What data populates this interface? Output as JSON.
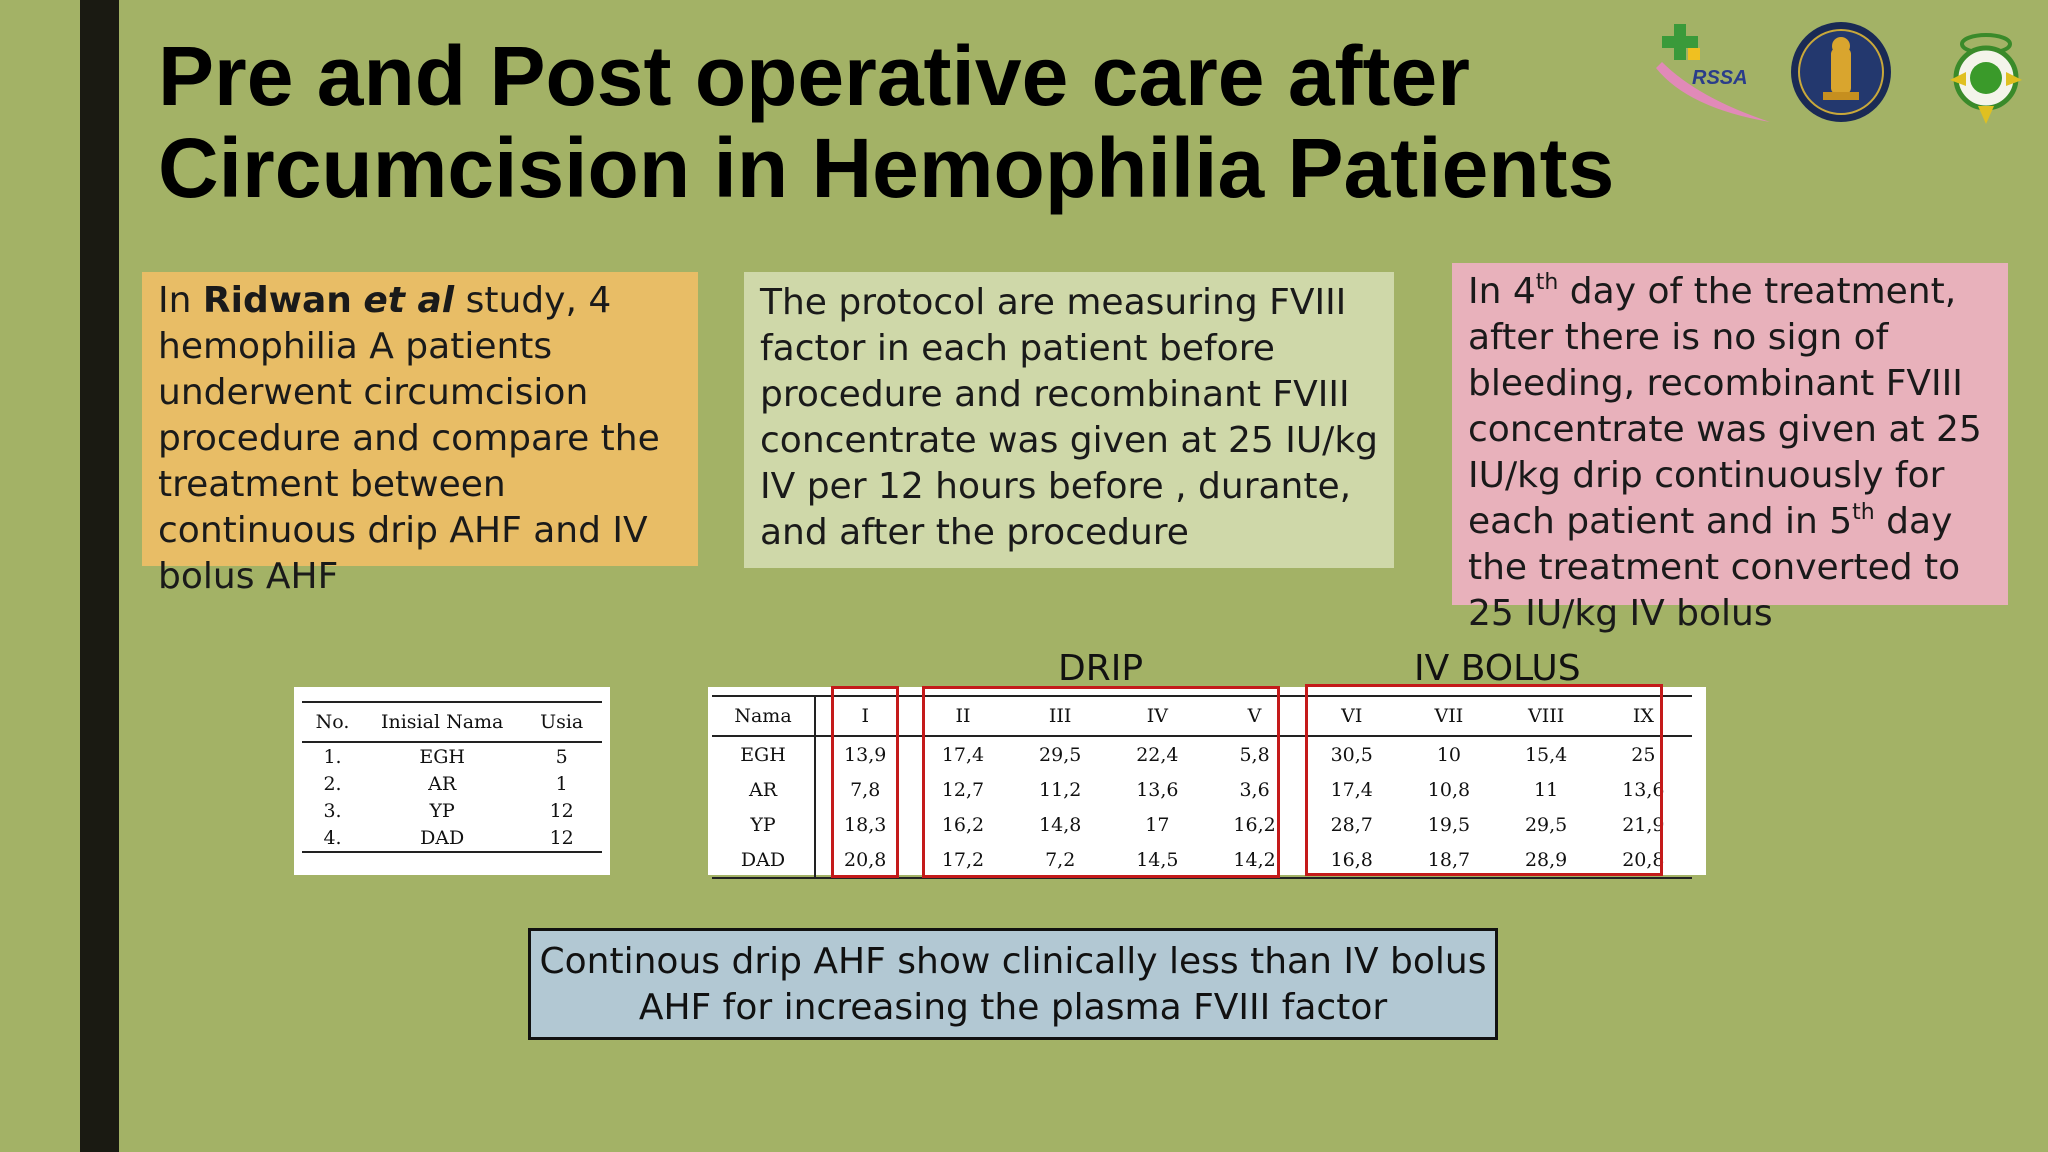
{
  "title": {
    "line1": "Pre and Post operative care after",
    "line2": "Circumcision in Hemophilia Patients"
  },
  "logos": {
    "rssa_text": "RSSA",
    "rssa_icon": "rssa-cross-logo",
    "university_icon": "universitas-brawijaya-seal",
    "third_icon": "green-white-emblem"
  },
  "box_orange": {
    "p1": "In ",
    "author": "Ridwan",
    "etal": "et al",
    "p2": " study, 4 hemophilia A patients underwent circumcision procedure and compare the treatment between continuous drip AHF and IV",
    "overflow": "bolus AHF"
  },
  "box_green": {
    "text": "The protocol are measuring FVIII factor in each patient before procedure and recombinant FVIII concentrate was given at 25 IU/kg IV per 12 hours before , durante, and after the procedure"
  },
  "box_pink": {
    "t1": "In 4",
    "sup1": "th",
    "t2": " day of the treatment, after there is no sign of bleeding,  recombinant FVIII concentrate was given at 25 IU/kg drip continuously for each patient and in 5",
    "sup2": "th",
    "t3": " day the treatment converted to",
    "overflow": "25 IU/kg IV bolus"
  },
  "labels": {
    "drip": "DRIP",
    "iv_bolus": "IV BOLUS"
  },
  "patients_table": {
    "headers": [
      "No.",
      "Inisial Nama",
      "Usia"
    ],
    "rows": [
      [
        "1.",
        "EGH",
        "5"
      ],
      [
        "2.",
        "AR",
        "1"
      ],
      [
        "3.",
        "YP",
        "12"
      ],
      [
        "4.",
        "DAD",
        "12"
      ]
    ]
  },
  "levels_table": {
    "headers": [
      "Nama",
      "I",
      "II",
      "III",
      "IV",
      "V",
      "VI",
      "VII",
      "VIII",
      "IX"
    ],
    "rows": [
      [
        "EGH",
        "13,9",
        "17,4",
        "29,5",
        "22,4",
        "5,8",
        "30,5",
        "10",
        "15,4",
        "25"
      ],
      [
        "AR",
        "7,8",
        "12,7",
        "11,2",
        "13,6",
        "3,6",
        "17,4",
        "10,8",
        "11",
        "13,6"
      ],
      [
        "YP",
        "18,3",
        "16,2",
        "14,8",
        "17",
        "16,2",
        "28,7",
        "19,5",
        "29,5",
        "21,9"
      ],
      [
        "DAD",
        "20,8",
        "17,2",
        "7,2",
        "14,5",
        "14,2",
        "16,8",
        "18,7",
        "28,9",
        "20,8"
      ]
    ]
  },
  "conclusion": {
    "line1": "Continous drip AHF show clinically less than IV bolus",
    "line2": "AHF for increasing the plasma FVIII factor"
  },
  "colors": {
    "background": "#a3b266",
    "left_bar": "#1a1a12",
    "orange_box": "#e8bd66",
    "green_box": "#cfd8a9",
    "pink_box": "#e8b1bb",
    "conclusion_box": "#b2c8d3",
    "highlight": "#c41a1a"
  }
}
